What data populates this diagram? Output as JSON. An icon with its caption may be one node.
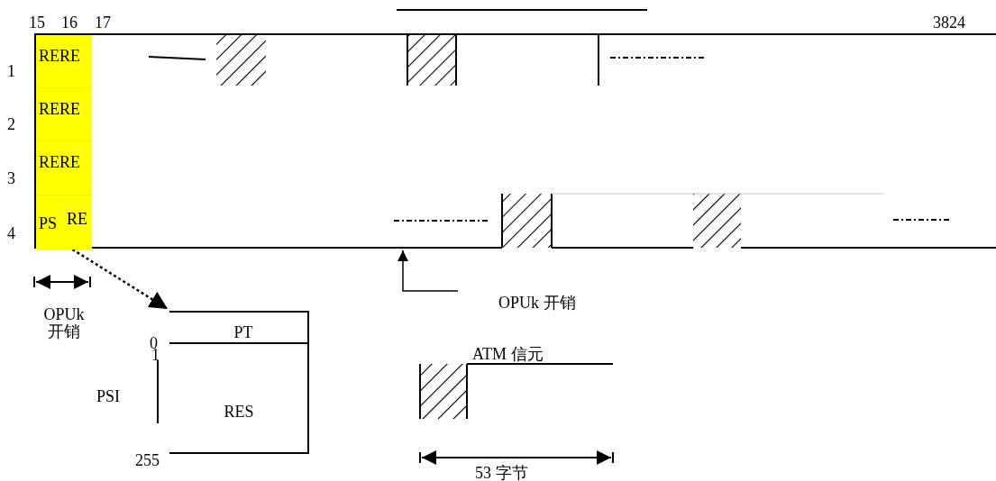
{
  "diagram": {
    "nodes": [
      {
        "text": [],
        "shape": "box"
      },
      {
        "text": [],
        "shape": "bar",
        "in": 0
      },
      {
        "text": [
          "RERE"
        ],
        "in": 1
      },
      {
        "text": [
          "RERE"
        ],
        "in": 1
      },
      {
        "text": [
          "RERE"
        ],
        "in": 1
      },
      {
        "text": [
          "PS"
        ],
        "in": 1
      },
      {
        "text": [
          "RE"
        ],
        "in": 1
      },
      {
        "text": [],
        "shape": "box"
      },
      {
        "text": [
          "PT"
        ],
        "in": 7
      },
      {
        "text": [
          "RES"
        ],
        "in": 7
      },
      {
        "text": [
          "ATM 信元"
        ]
      }
    ],
    "edges": [
      {
        "from": 5,
        "to": 7,
        "arrow": "to",
        "style": "dashed"
      },
      {
        "from": null,
        "to": 0,
        "arrow": "to"
      }
    ],
    "labels": [
      "15",
      "16",
      "17",
      "3824",
      "1",
      "2",
      "3",
      "4",
      "OPUk 开销",
      "0",
      "1",
      "PSI",
      "255",
      "OPUk 开销",
      "53 字节"
    ]
  }
}
